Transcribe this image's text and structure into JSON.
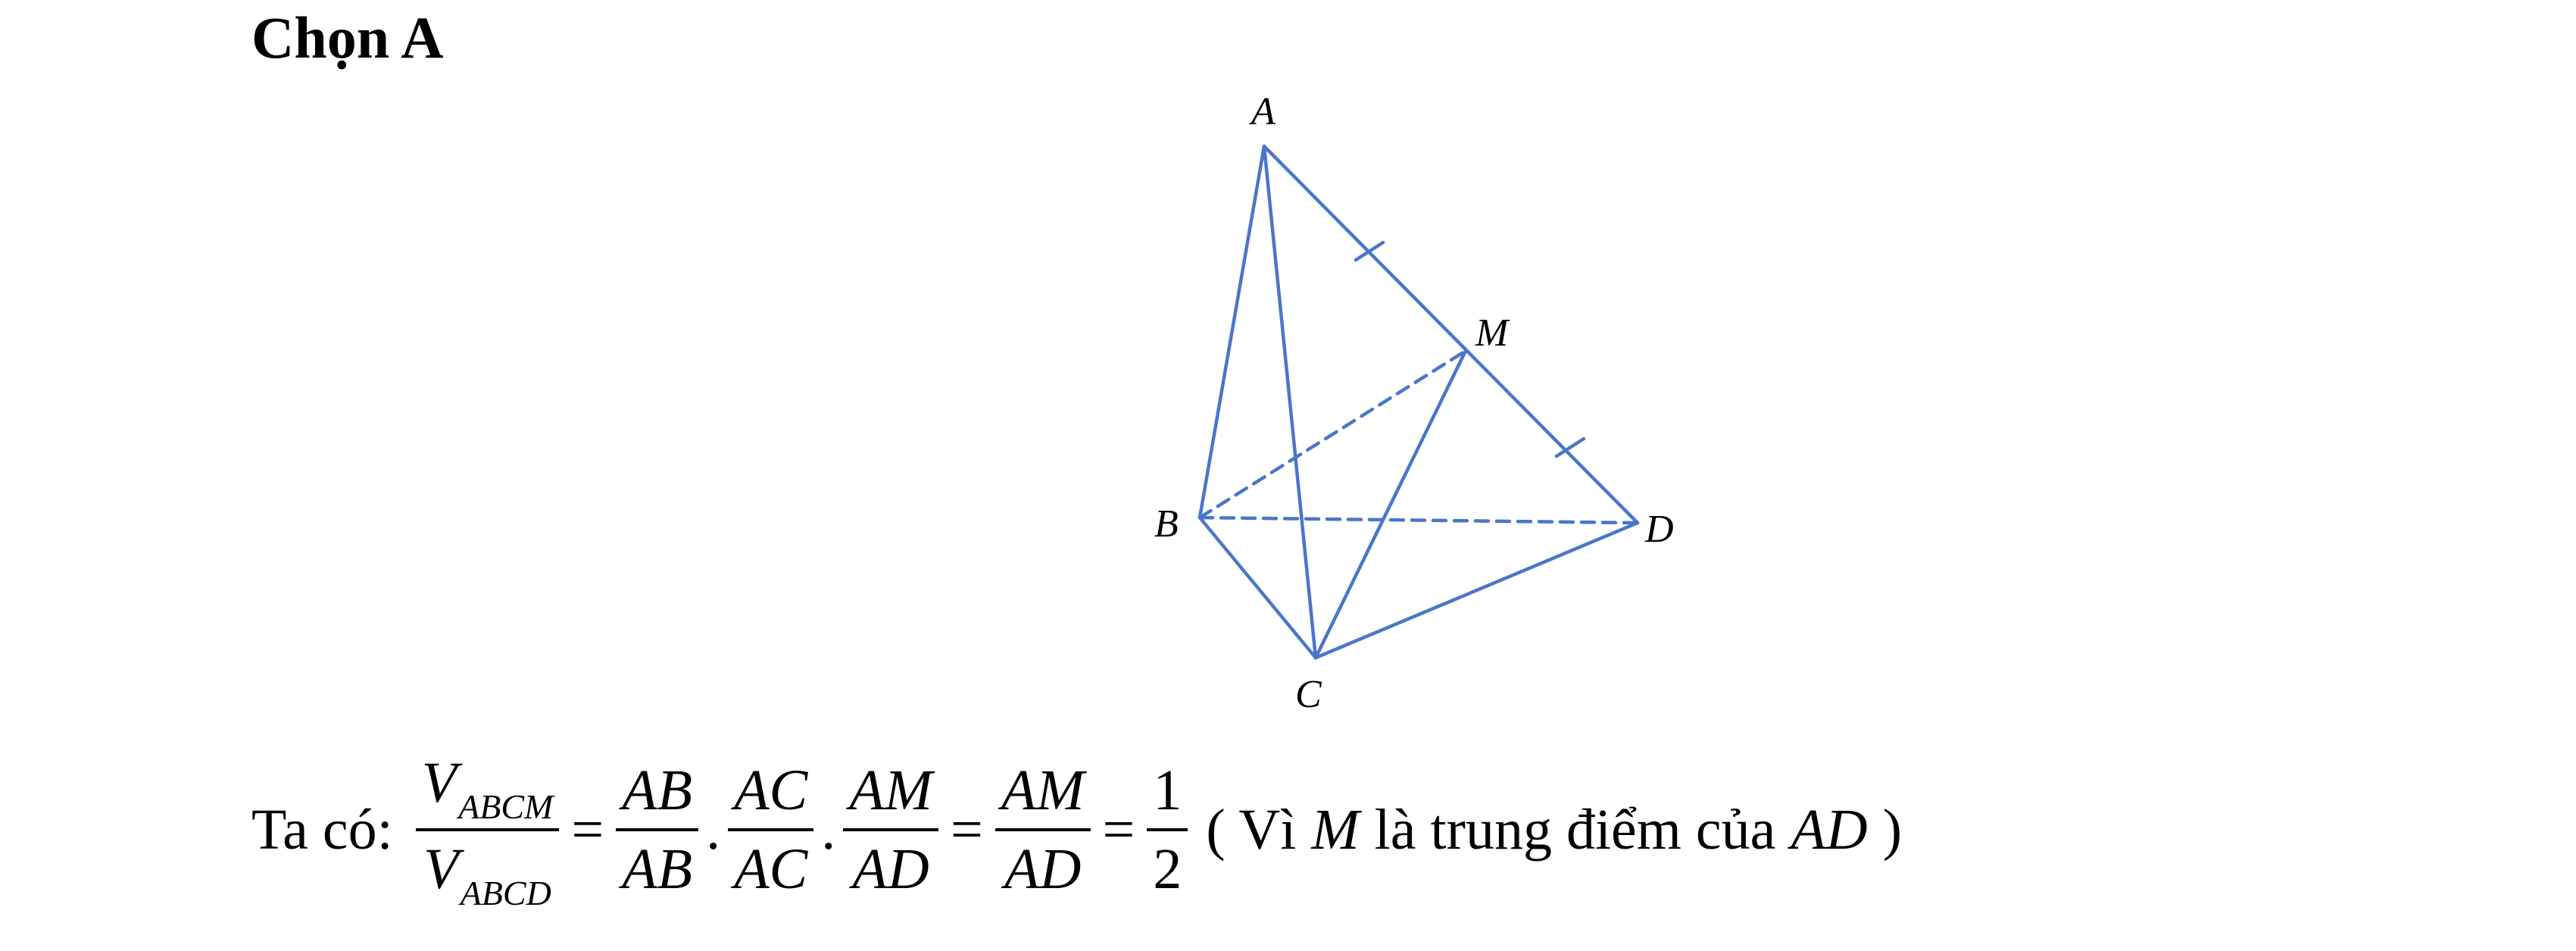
{
  "heading": "Chọn A",
  "figure": {
    "line_color": "#4a76c9",
    "vertices": {
      "A": "A",
      "B": "B",
      "C": "C",
      "D": "D",
      "M": "M"
    }
  },
  "formula": {
    "lead": "Ta có:",
    "lhs": {
      "num_main": "V",
      "num_sub": "ABCM",
      "den_main": "V",
      "den_sub": "ABCD"
    },
    "eq": "=",
    "dot": ".",
    "f1": {
      "num": "AB",
      "den": "AB"
    },
    "f2": {
      "num": "AC",
      "den": "AC"
    },
    "f3": {
      "num": "AM",
      "den": "AD"
    },
    "f4": {
      "num": "AM",
      "den": "AD"
    },
    "f5": {
      "num": "1",
      "den": "2"
    },
    "note": {
      "open": "( Vì",
      "var": "M",
      "middle": "là trung điểm của",
      "seg": "AD",
      "close": ")"
    }
  }
}
